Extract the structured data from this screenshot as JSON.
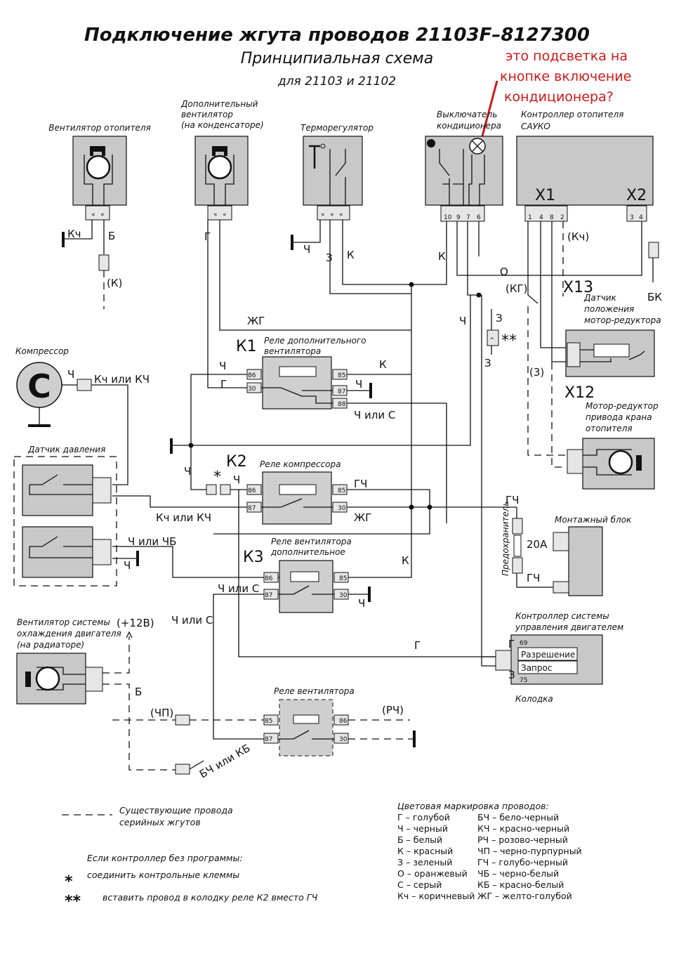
{
  "title": "Подключение жгута проводов 21103F–8127300",
  "subtitle": "Принципиальная схема",
  "model_note": "для 21103 и 21102",
  "annotation": {
    "line1": "это подсветка на",
    "line2": "кнопке включение",
    "line3": "кондиционера?",
    "color": "#d01818"
  },
  "components": {
    "heater_fan": "Вентилятор отопителя",
    "extra_fan_l1": "Дополнительный",
    "extra_fan_l2": "вентилятор",
    "extra_fan_l3": "(на конденсаторе)",
    "thermostat": "Терморегулятор",
    "ac_switch_l1": "Выключатель",
    "ac_switch_l2": "кондиционера",
    "heater_ctrl_l1": "Контроллер отопителя",
    "heater_ctrl_l2": "САУКО",
    "compressor": "Компрессор",
    "pressure_sensor": "Датчик давления",
    "k1_relay_l1": "Реле дополнительного",
    "k1_relay_l2": "вентилятора",
    "k2_relay": "Реле компрессора",
    "k3_relay_l1": "Реле вентилятора",
    "k3_relay_l2": "дополнительное",
    "fan_relay": "Реле вентилятора",
    "mount_block": "Монтажный блок",
    "fuse": "Предохранитель",
    "fuse_rating": "20А",
    "engine_ctrl_l1": "Контроллер системы",
    "engine_ctrl_l2": "управления двигателем",
    "block": "Колодка",
    "cooling_fan_l1": "Вентилятор системы",
    "cooling_fan_l2": "охлаждения двигателя",
    "cooling_fan_l3": "(на радиаторе)",
    "sensor_l1": "Датчик",
    "sensor_l2": "положения",
    "sensor_l3": "мотор-редуктора",
    "motor_l1": "Мотор-редуктор",
    "motor_l2": "привода крана",
    "motor_l3": "отопителя"
  },
  "designators": {
    "k1": "К1",
    "k2": "К2",
    "k3": "К3",
    "x1": "X1",
    "x2": "X2",
    "x12": "X12",
    "x13": "X13",
    "compressor_symbol": "C",
    "star1": "*",
    "star2": "**"
  },
  "pins": {
    "sw_10": "10",
    "sw_9": "9",
    "sw_7": "7",
    "sw_6": "6",
    "x1_1": "1",
    "x1_4": "4",
    "x1_8": "8",
    "x1_2": "2",
    "x2_3": "3",
    "x2_4": "4",
    "r86": "86",
    "r85": "85",
    "r30": "30",
    "r87": "87",
    "r88": "88",
    "ecu_69": "69",
    "ecu_perm": "Разрешение",
    "ecu_req": "Запрос",
    "ecu_75": "75"
  },
  "wires": {
    "kch": "Кч",
    "b": "Б",
    "k_paren": "(К)",
    "g": "Г",
    "ch": "Ч",
    "z": "З",
    "k": "К",
    "kch_paren": "(Кч)",
    "o": "О",
    "kg_paren": "(КГ)",
    "bk": "БК",
    "zh": "ЖГ",
    "z3_paren": "(3)",
    "ch_or_s": "Ч или С",
    "kch_or_kch": "Кч или КЧ",
    "gch": "ГЧ",
    "ch_or_chb": "Ч или ЧБ",
    "plus12": "(+12В)",
    "chp": "(ЧП)",
    "rch": "(РЧ)",
    "bch_or_kb": "БЧ или КБ"
  },
  "legend": {
    "existing_l1": "Существующие провода",
    "existing_l2": "серийных жгутов",
    "no_program": "Если контроллер без программы:",
    "star_note": "соединить контрольные клеммы",
    "dstar_note": "вставить провод в колодку реле К2 вместо ГЧ",
    "colors_title": "Цветовая маркировка проводов:",
    "colors_left": [
      "Г – голубой",
      "Ч – черный",
      "Б – белый",
      "К – красный",
      "З – зеленый",
      "О – оранжевый",
      "С – серый",
      "Кч – коричневый"
    ],
    "colors_right": [
      "БЧ – бело-черный",
      "КЧ – красно-черный",
      "РЧ – розово-черный",
      "ЧП – черно-пурпурный",
      "ГЧ – голубо-черный",
      "ЧБ – черно-белый",
      "КБ – красно-белый",
      "ЖГ – желто-голубой"
    ]
  }
}
